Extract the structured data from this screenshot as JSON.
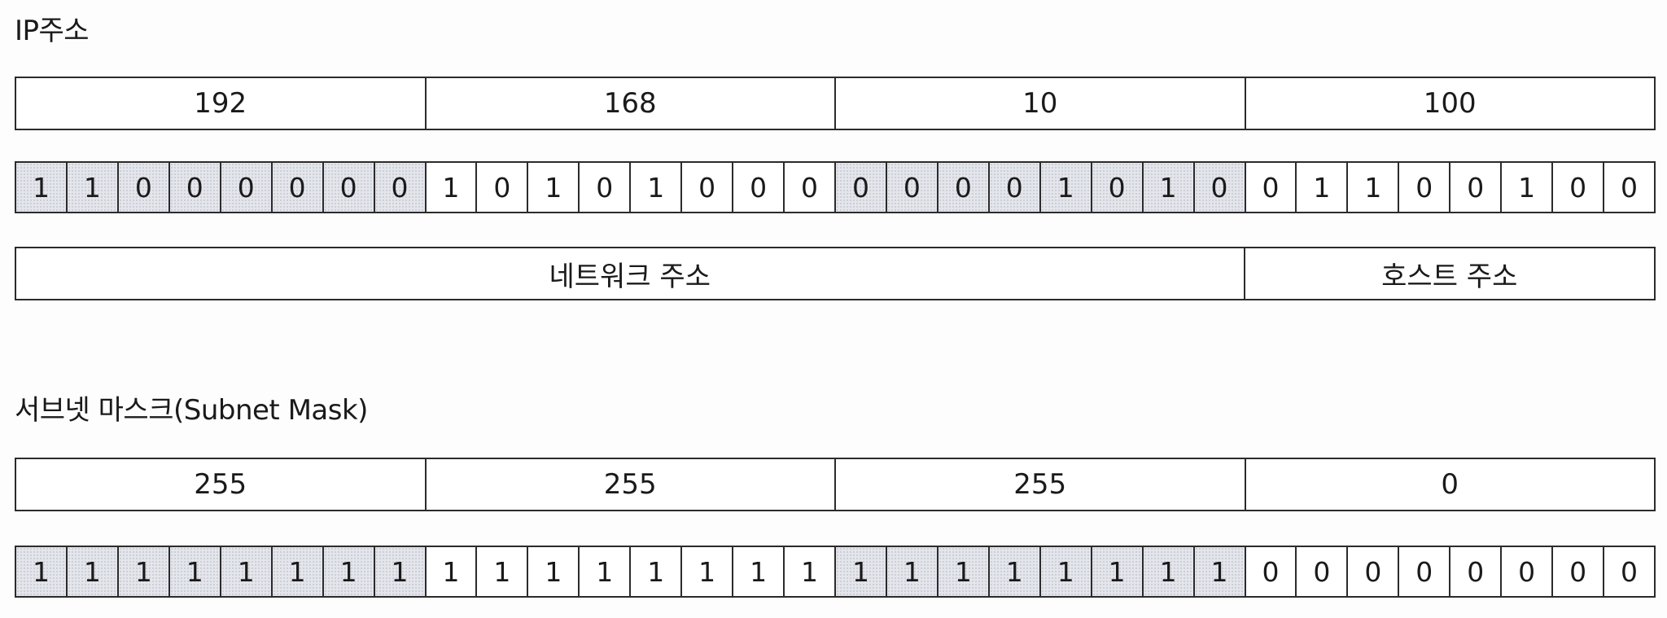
{
  "ip": {
    "title": "IP주소",
    "octets": [
      "192",
      "168",
      "10",
      "100"
    ],
    "bits": [
      [
        "1",
        "1",
        "0",
        "0",
        "0",
        "0",
        "0",
        "0"
      ],
      [
        "1",
        "0",
        "1",
        "0",
        "1",
        "0",
        "0",
        "0"
      ],
      [
        "0",
        "0",
        "0",
        "0",
        "1",
        "0",
        "1",
        "0"
      ],
      [
        "0",
        "1",
        "1",
        "0",
        "0",
        "1",
        "0",
        "0"
      ]
    ],
    "network_label": "네트워크 주소",
    "host_label": "호스트 주소"
  },
  "mask": {
    "title": "서브넷 마스크(Subnet Mask)",
    "octets": [
      "255",
      "255",
      "255",
      "0"
    ],
    "bits": [
      [
        "1",
        "1",
        "1",
        "1",
        "1",
        "1",
        "1",
        "1"
      ],
      [
        "1",
        "1",
        "1",
        "1",
        "1",
        "1",
        "1",
        "1"
      ],
      [
        "1",
        "1",
        "1",
        "1",
        "1",
        "1",
        "1",
        "1"
      ],
      [
        "0",
        "0",
        "0",
        "0",
        "0",
        "0",
        "0",
        "0"
      ]
    ]
  },
  "colors": {
    "shaded_octet_fill": "#e4e6ec",
    "border": "#2b2b2b"
  }
}
